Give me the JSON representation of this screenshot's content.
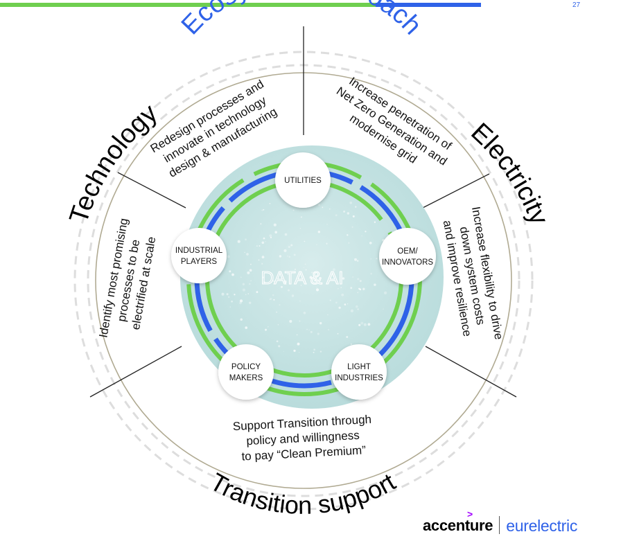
{
  "page_number": "27",
  "colors": {
    "green": "#6fcf4f",
    "blue": "#2f62e8",
    "accenture_accent": "#a100ff",
    "inner_disc": "#c4e2e2"
  },
  "diagram": {
    "title": "Ecosystem Approach",
    "center_label": "DATA & AI",
    "segments": {
      "technology": "Technology",
      "electricity": "Electricity",
      "transition": "Transition support"
    },
    "statements": {
      "top_left": [
        "Redesign processes and",
        "innovate in technology",
        "design & manufacturing"
      ],
      "top_right": [
        "Increase penetration of",
        "Net Zero Generation and",
        "modernise grid"
      ],
      "left": [
        "Identify most promising",
        "processes to be",
        "electrified at scale"
      ],
      "right": [
        "Increase flexibility to drive",
        "down system costs",
        "and improve resilience"
      ],
      "bottom": [
        "Support Transition through",
        "policy and willingness",
        "to pay “Clean Premium”"
      ]
    },
    "nodes": {
      "utilities": [
        "UTILITIES"
      ],
      "oem": [
        "OEM/",
        "INNOVATORS"
      ],
      "light": [
        "LIGHT",
        "INDUSTRIES"
      ],
      "policy": [
        "POLICY",
        "MAKERS"
      ],
      "industrial": [
        "INDUSTRIAL",
        "PLAYERS"
      ]
    }
  },
  "footer": {
    "accenture": "accenture",
    "accenture_mark": ">",
    "eurelectric": "eurelectric"
  }
}
